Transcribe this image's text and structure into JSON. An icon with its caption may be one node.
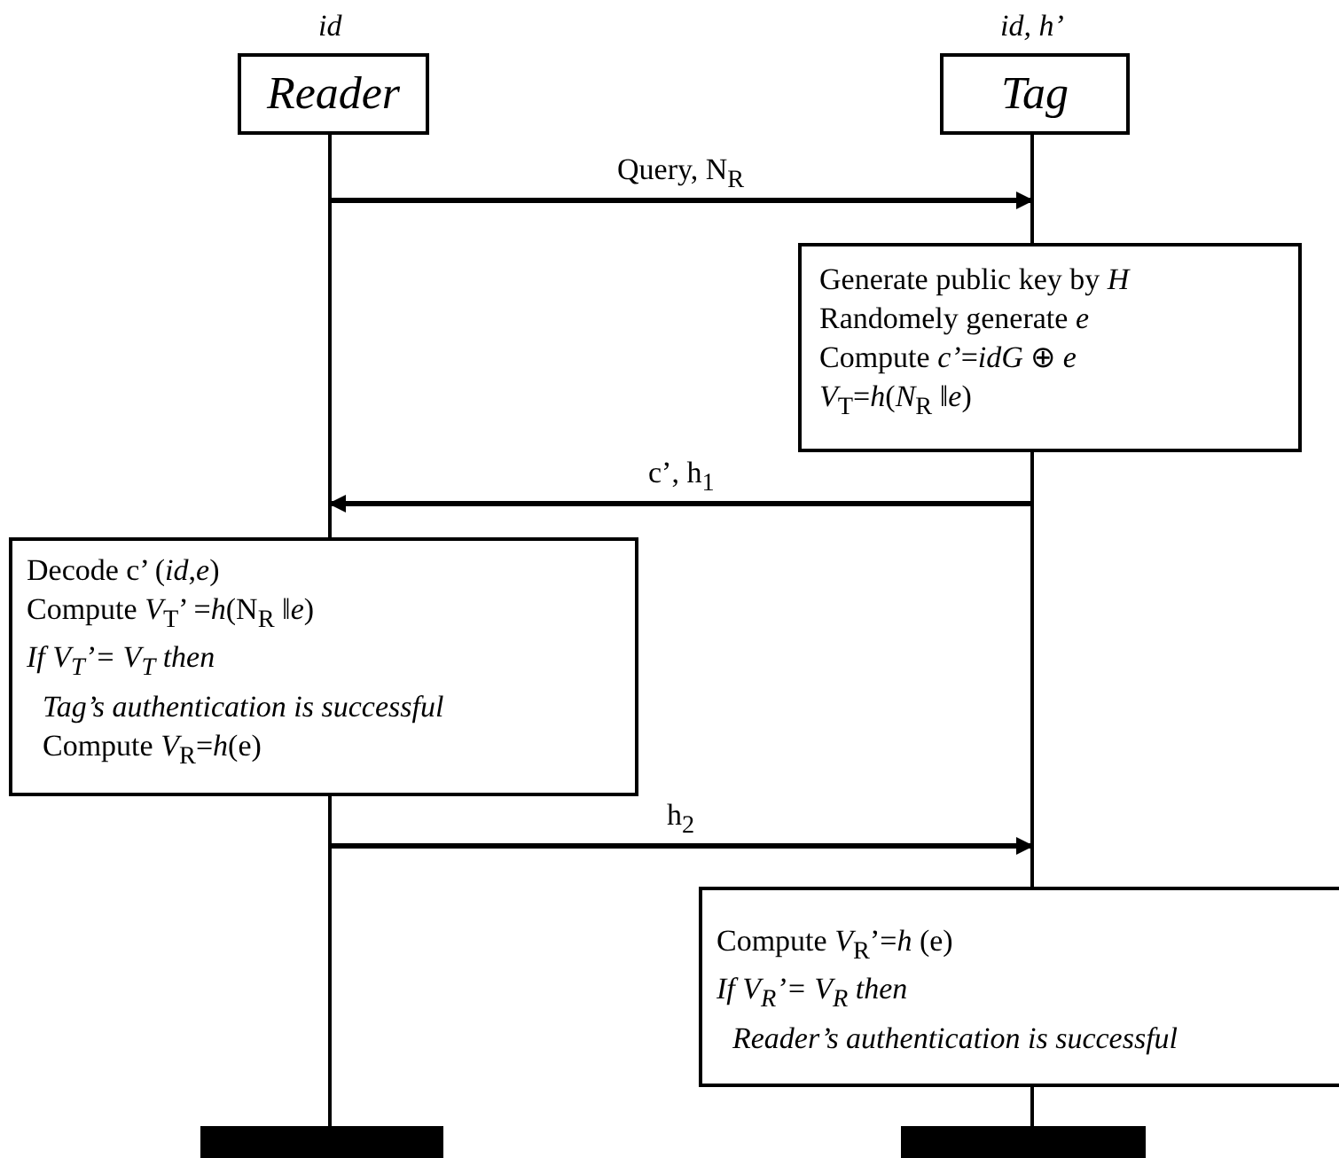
{
  "diagram": {
    "nodes": [
      {
        "text": [
          "Reader"
        ],
        "beside": [
          "id"
        ]
      },
      {
        "text": [
          "Tag"
        ],
        "beside": [
          "id, h’"
        ]
      },
      {
        "text": [
          "Generate public key by *H*",
          "Randomely generate *e*",
          "Compute *c’*=*idG* ⊕ *e*",
          "*V*$_{T}$=*h*(*N*$_{R}$ ‖*e*)"
        ]
      },
      {
        "text": [
          "Decode c’  (*id*,*e*)",
          "Compute *V*$_{T}$’ =*h*(N$_{R}$ ‖*e*)",
          "If V$_{T}$’= V$_{T}$ then",
          "Tag’s authentication is successful",
          "Compute *V*$_{R}$=*h*(e)"
        ]
      },
      {
        "text": [
          "Compute *V*$_{R}$’=*h* (e)",
          "If V$_{R}$’= V$_{R}$ then",
          "Reader’s authentication is successful"
        ]
      },
      {
        "text": [],
        "shape": "bar"
      },
      {
        "text": [],
        "shape": "bar"
      }
    ],
    "edges": [
      {
        "from": 0,
        "to": 2,
        "arrow": "to",
        "label": "Query, N$_{R}$"
      },
      {
        "from": 2,
        "to": 3,
        "arrow": "to",
        "label": "c’, h$_{1}$"
      },
      {
        "from": 3,
        "to": 4,
        "arrow": "to",
        "label": "h$_{2}$"
      },
      {
        "from": 0,
        "to": 3,
        "arrow": "none"
      },
      {
        "from": 3,
        "to": 5,
        "arrow": "none"
      },
      {
        "from": 1,
        "to": 2,
        "arrow": "none"
      },
      {
        "from": 2,
        "to": 4,
        "arrow": "none"
      },
      {
        "from": 4,
        "to": 6,
        "arrow": "none"
      }
    ]
  }
}
